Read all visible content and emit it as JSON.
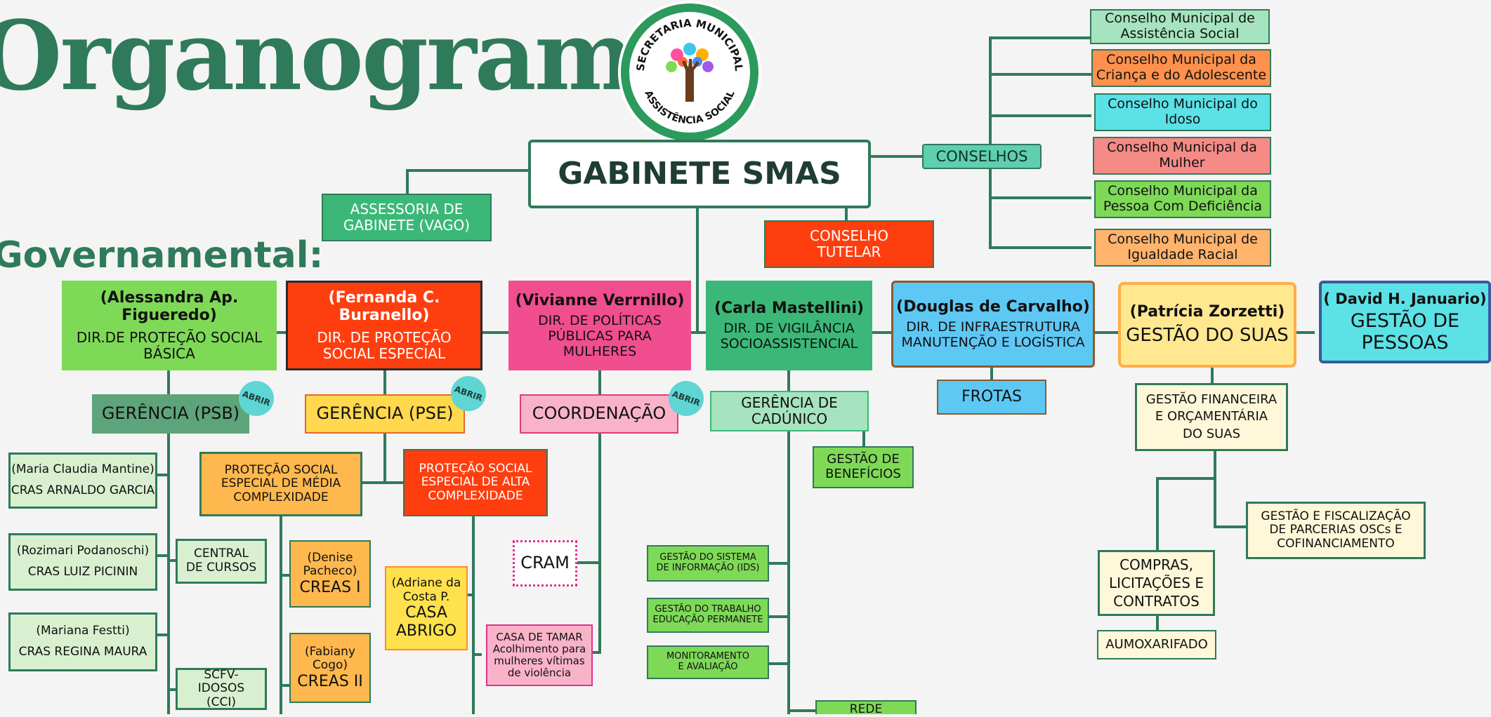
{
  "title": "Organograma",
  "subtitle": "Governamental:",
  "logo": {
    "top_text": "SECRETARIA MUNICIPAL",
    "bottom_text": "ASSISTÊNCIA SOCIAL"
  },
  "gabinete": "GABINETE SMAS",
  "assessoria": "ASSESSORIA DE GABINETE (VAGO)",
  "conselho_tutelar": "CONSELHO TUTELAR",
  "conselhos": {
    "label": "CONSELHOS",
    "items": [
      "Conselho Municipal de Assistência Social",
      "Conselho Municipal da Criança e do Adolescente",
      "Conselho Municipal do Idoso",
      "Conselho Municipal da Mulher",
      "Conselho Municipal da Pessoa Com Deficiência",
      "Conselho Municipal de Igualdade Racial"
    ]
  },
  "directorates": [
    {
      "name": "(Alessandra Ap. Figueredo)",
      "role": "DIR.DE PROTEÇÃO SOCIAL BÁSICA"
    },
    {
      "name": "(Fernanda C. Buranello)",
      "role": "DIR. DE PROTEÇÃO SOCIAL ESPECIAL"
    },
    {
      "name": "(Vivianne Verrnillo)",
      "role": "DIR. DE POLÍTICAS PÚBLICAS PARA MULHERES"
    },
    {
      "name": "(Carla Mastellini)",
      "role": "DIR. DE VIGILÂNCIA SOCIOASSISTENCIAL"
    },
    {
      "name": "(Douglas de Carvalho)",
      "role": "DIR. DE INFRAESTRUTURA MANUTENÇÃO E LOGÍSTICA"
    },
    {
      "name": "(Patrícia Zorzetti)",
      "role": "GESTÃO DO SUAS"
    },
    {
      "name": "( David H. Januario)",
      "role": "GESTÃO DE PESSOAS"
    }
  ],
  "abrir_label": "ABRIR",
  "psb": {
    "gerencia": "GERÊNCIA (PSB)",
    "cras": [
      {
        "person": "(Maria Claudia Mantine)",
        "unit": "CRAS ARNALDO GARCIA"
      },
      {
        "person": "(Rozimari Podanoschi)",
        "unit": "CRAS LUIZ PICININ"
      },
      {
        "person": "(Mariana Festti)",
        "unit": "CRAS REGINA MAURA"
      }
    ],
    "central_cursos": "CENTRAL DE CURSOS",
    "scfv": "SCFV- IDOSOS (CCI)"
  },
  "pse": {
    "gerencia": "GERÊNCIA (PSE)",
    "media": "PROTEÇÃO SOCIAL ESPECIAL DE MÉDIA COMPLEXIDADE",
    "alta": "PROTEÇÃO SOCIAL ESPECIAL DE ALTA COMPLEXIDADE",
    "creas1_person": "(Denise Pacheco)",
    "creas1": "CREAS I",
    "creas2_person": "(Fabiany Cogo)",
    "creas2": "CREAS II",
    "abrigo_person": "(Adriane da Costa P.",
    "abrigo": "CASA ABRIGO"
  },
  "mulheres": {
    "coordenacao": "COORDENAÇÃO",
    "cram": "CRAM",
    "tamar": "CASA DE TAMAR Acolhimento para mulheres vítimas de violência"
  },
  "vigilancia": {
    "cadunico": "GERÊNCIA DE CADÚNICO",
    "beneficios": "GESTÃO DE BENEFÍCIOS",
    "ids": "GESTÃO DO SISTEMA DE INFORMAÇÃO (IDS)",
    "trabalho": "GESTÃO DO TRABALHO EDUCAÇÃO PERMANETE",
    "monitoramento": "MONITORAMENTO E AVALIAÇÃO",
    "rede": "REDE"
  },
  "infra": {
    "frotas": "FROTAS"
  },
  "suas": {
    "financeira": "GESTÃO FINANCEIRA E ORÇAMENTÁRIA DO SUAS",
    "parcerias": "GESTÃO E FISCALIZAÇÃO DE PARCERIAS OSCs E COFINANCIAMENTO",
    "compras": "COMPRAS, LICITAÇÕES E CONTRATOS",
    "almox": "AUMOXARIFADO"
  },
  "colors": {
    "primary_green": "#2f7a5a",
    "psb": "#7ed957",
    "pse": "#ff3e0f",
    "mulheres": "#f04e8f",
    "vigilancia": "#3bb878",
    "infra": "#5ec8f5",
    "suas": "#ffe88f",
    "pessoas": "#5ce1e6"
  }
}
